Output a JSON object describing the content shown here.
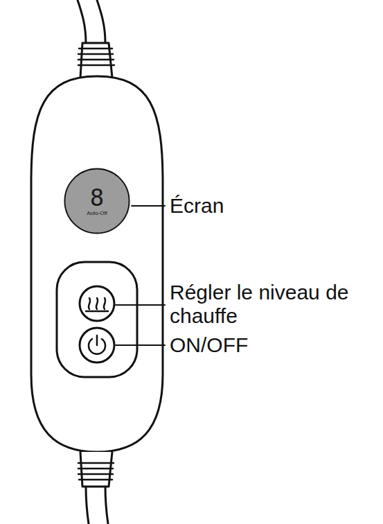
{
  "diagram": {
    "nodes": [
      {
        "text": [
          "8",
          "Auto-Off"
        ]
      }
    ],
    "labels": [
      "Écran",
      "Régler le niveau de chauffe",
      "ON/OFF"
    ]
  }
}
